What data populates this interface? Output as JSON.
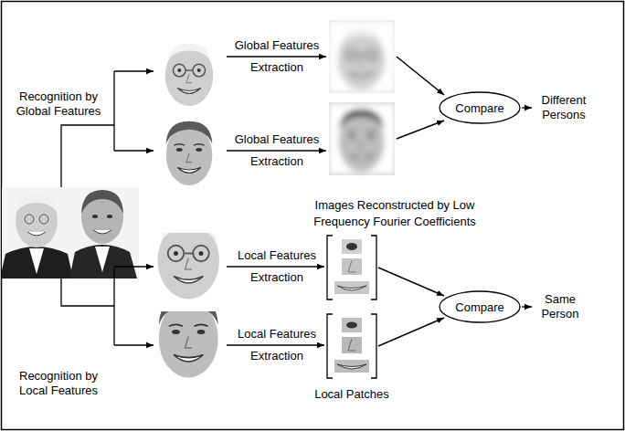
{
  "diagram": {
    "nodes": [
      {
        "text": [
          "Compare"
        ]
      },
      {
        "text": [
          "Compare"
        ]
      }
    ],
    "labels": [
      "Recognition by Global Features",
      "Global Features Extraction",
      "Global Features Extraction",
      "Different Persons",
      "Images Reconstructed by Low Frequency Fourier Coefficients",
      "Local Features Extraction",
      "Local Features Extraction",
      "Same Person",
      "Recognition by Local Features",
      "Local Patches"
    ]
  }
}
